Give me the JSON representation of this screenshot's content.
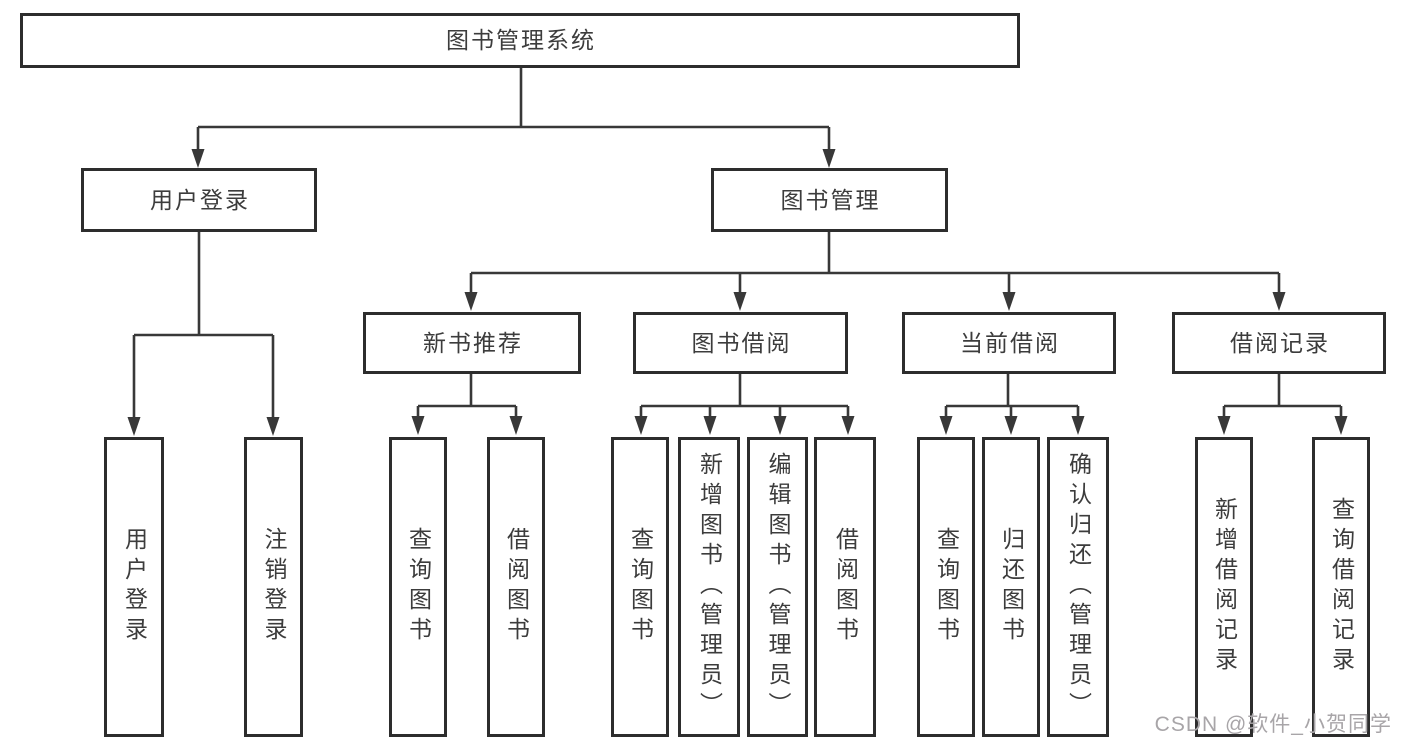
{
  "diagram": {
    "root": {
      "label": "图书管理系统"
    },
    "children": [
      {
        "label": "用户登录",
        "children": [
          {
            "label": "用户登录"
          },
          {
            "label": "注销登录"
          }
        ]
      },
      {
        "label": "图书管理",
        "children": [
          {
            "label": "新书推荐",
            "children": [
              {
                "label": "查询图书"
              },
              {
                "label": "借阅图书"
              }
            ]
          },
          {
            "label": "图书借阅",
            "children": [
              {
                "label": "查询图书"
              },
              {
                "label": "新增图书（管理员）"
              },
              {
                "label": "编辑图书（管理员）"
              },
              {
                "label": "借阅图书"
              }
            ]
          },
          {
            "label": "当前借阅",
            "children": [
              {
                "label": "查询图书"
              },
              {
                "label": "归还图书"
              },
              {
                "label": "确认归还（管理员）"
              }
            ]
          },
          {
            "label": "借阅记录",
            "children": [
              {
                "label": "新增借阅记录"
              },
              {
                "label": "查询借阅记录"
              }
            ]
          }
        ]
      }
    ]
  },
  "watermark": {
    "text": "CSDN @软件_小贺同学"
  },
  "colors": {
    "line": "#383838",
    "border": "#2d2d2d",
    "text": "#3c3c3c",
    "box_background": "#ffffff",
    "watermark": "#a8a5a8"
  }
}
